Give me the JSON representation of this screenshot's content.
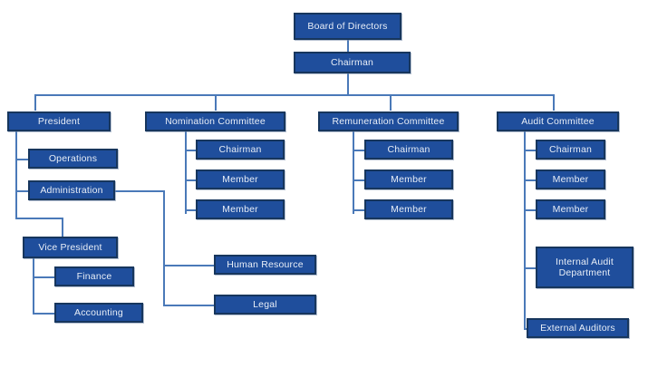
{
  "chart_data": {
    "type": "diagram",
    "title": "Corporate Governance Organizational Chart",
    "diagram_kind": "organizational-chart",
    "orientation": "top-down",
    "background_color": "#FFFFFF",
    "node_fill_color": "#1F4E9C",
    "node_border_color": "#17365D",
    "node_text_color": "#E8EEF7",
    "connector_color": "#4A79B8",
    "levels": [
      [
        "Board of Directors"
      ],
      [
        "Chairman"
      ],
      [
        "President",
        "Nomination Committee",
        "Remuneration Committee",
        "Audit Committee"
      ],
      [
        "Operations",
        "Administration",
        "Chairman",
        "Member",
        "Member",
        "Chairman",
        "Member",
        "Member",
        "Chairman",
        "Member",
        "Member",
        "Internal Audit Department",
        "External Auditors"
      ],
      [
        "Vice President",
        "Human Resource",
        "Legal"
      ],
      [
        "Finance",
        "Accounting"
      ]
    ],
    "edges": [
      [
        "Board of Directors",
        "Chairman"
      ],
      [
        "Chairman",
        "President"
      ],
      [
        "Chairman",
        "Nomination Committee"
      ],
      [
        "Chairman",
        "Remuneration Committee"
      ],
      [
        "Chairman",
        "Audit Committee"
      ],
      [
        "President",
        "Operations"
      ],
      [
        "President",
        "Administration"
      ],
      [
        "President",
        "Vice President"
      ],
      [
        "Vice President",
        "Finance"
      ],
      [
        "Vice President",
        "Accounting"
      ],
      [
        "Administration",
        "Human Resource"
      ],
      [
        "Administration",
        "Legal"
      ],
      [
        "Nomination Committee",
        "Chairman"
      ],
      [
        "Nomination Committee",
        "Member"
      ],
      [
        "Nomination Committee",
        "Member"
      ],
      [
        "Remuneration Committee",
        "Chairman"
      ],
      [
        "Remuneration Committee",
        "Member"
      ],
      [
        "Remuneration Committee",
        "Member"
      ],
      [
        "Audit Committee",
        "Chairman"
      ],
      [
        "Audit Committee",
        "Member"
      ],
      [
        "Audit Committee",
        "Member"
      ],
      [
        "Audit Committee",
        "Internal Audit Department"
      ],
      [
        "Audit Committee",
        "External Auditors"
      ]
    ]
  },
  "nodes": {
    "board_of_directors": "Board of Directors",
    "chairman_top": "Chairman",
    "president": "President",
    "operations": "Operations",
    "administration": "Administration",
    "vice_president": "Vice President",
    "finance": "Finance",
    "accounting": "Accounting",
    "human_resource": "Human Resource",
    "legal": "Legal",
    "nomination_committee": "Nomination Committee",
    "nomination_chairman": "Chairman",
    "nomination_member_1": "Member",
    "nomination_member_2": "Member",
    "remuneration_committee": "Remuneration Committee",
    "remuneration_chairman": "Chairman",
    "remuneration_member_1": "Member",
    "remuneration_member_2": "Member",
    "audit_committee": "Audit Committee",
    "audit_chairman": "Chairman",
    "audit_member_1": "Member",
    "audit_member_2": "Member",
    "internal_audit_department": "Internal Audit\nDepartment",
    "external_auditors": "External Auditors"
  }
}
